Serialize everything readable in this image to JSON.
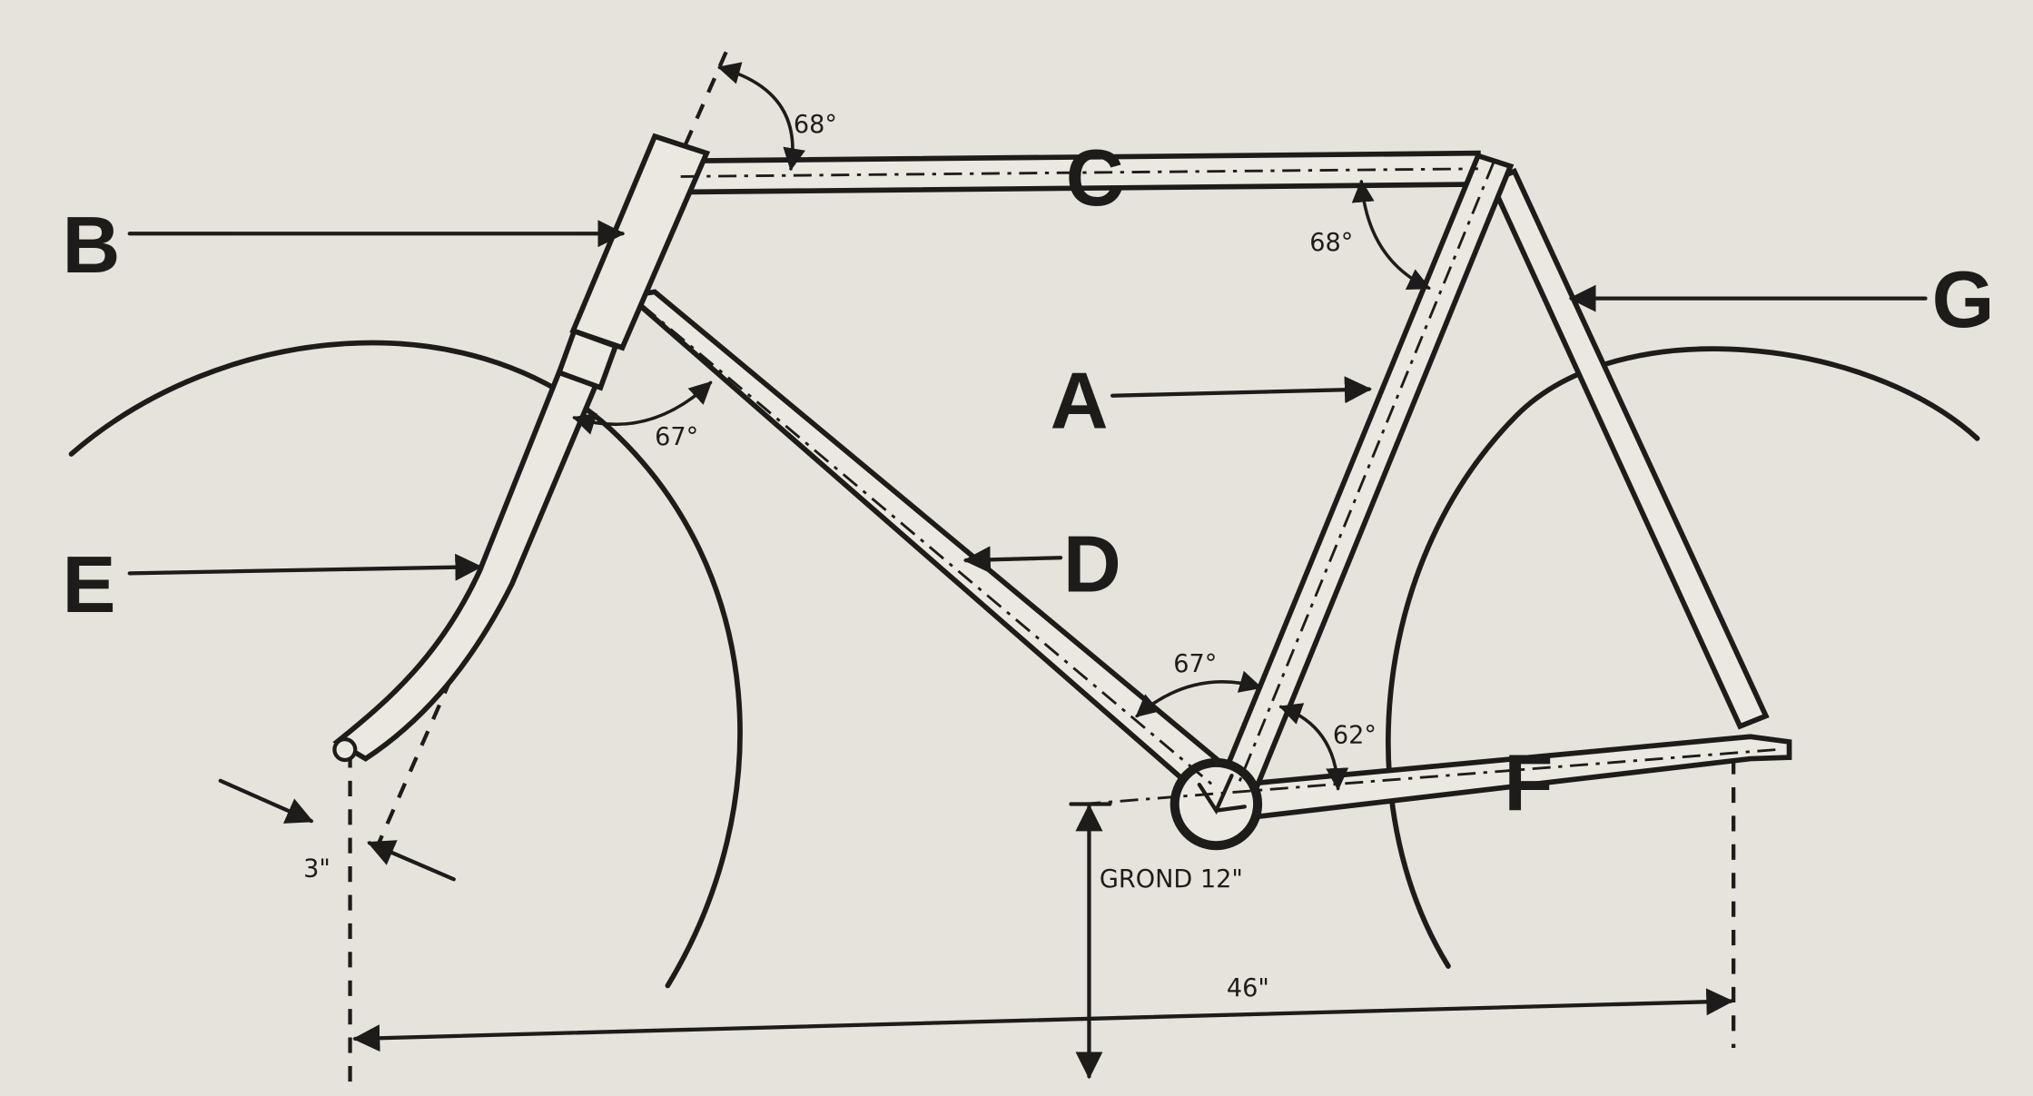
{
  "title": "Bicycle frame geometry",
  "tube_labels": {
    "A": "A",
    "B": "B",
    "C": "C",
    "D": "D",
    "E": "E",
    "F": "F",
    "G": "G"
  },
  "angles": {
    "head_top": "68°",
    "seat_top": "68°",
    "head_down": "67°",
    "bb_down_seat": "67°",
    "bb_seat_chain": "62°"
  },
  "dimensions": {
    "fork_offset": "3\"",
    "ground_clearance": "GROND 12\"",
    "wheelbase": "46\""
  }
}
